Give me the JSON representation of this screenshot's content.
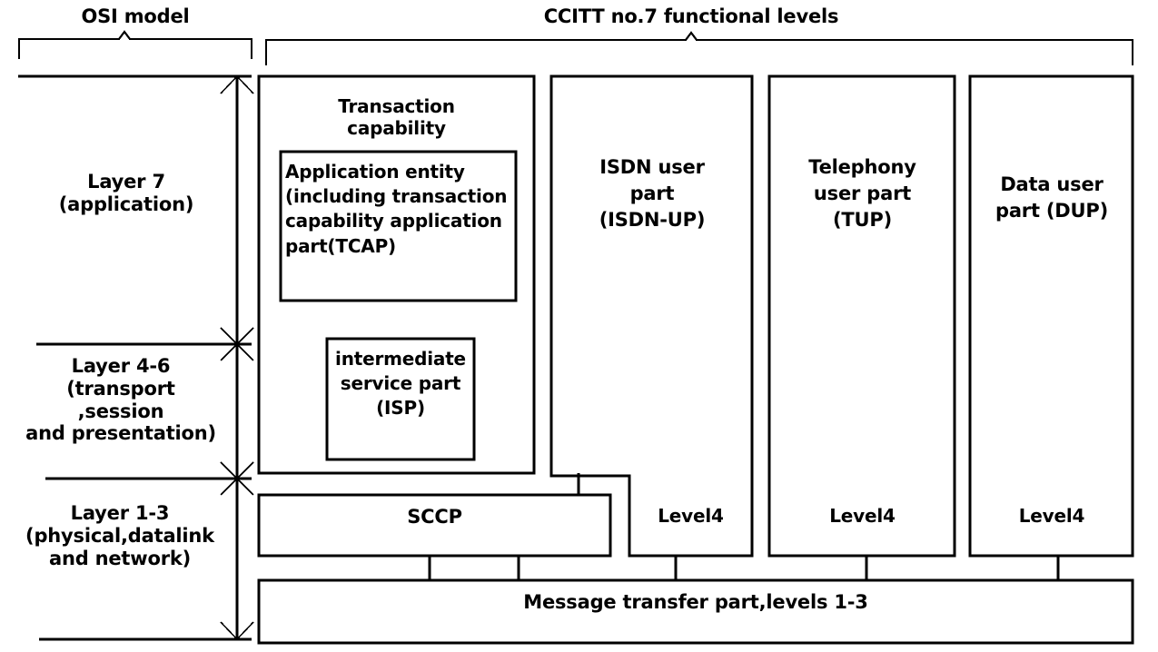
{
  "diagram": {
    "title_osi": "OSI model",
    "title_ccitt": "CCITT no.7 functional levels",
    "osi_layers": [
      {
        "id": "layer7",
        "label": "Layer 7\n(application)"
      },
      {
        "id": "layer46",
        "label": "Layer 4-6\n(transport\n,session\nand presentation)"
      },
      {
        "id": "layer13",
        "label": "Layer 1-3\n(physical,datalink\nand network)"
      }
    ],
    "blocks": {
      "transaction_capability": "Transaction\ncapability",
      "application_entity": "Application entity\n(including transaction\ncapability application\npart(TCAP)",
      "intermediate_service_part": "intermediate\nservice part\n(ISP)",
      "isdn_user_part": "ISDN user\npart\n(ISDN-UP)",
      "telephony_user_part": "Telephony\nuser part\n(TUP)",
      "data_user_part": "Data user\npart (DUP)",
      "sccp": "SCCP",
      "message_transfer_part": "Message transfer part,levels 1-3"
    },
    "level_labels": [
      {
        "id": "level4-isdn",
        "label": "Level4"
      },
      {
        "id": "level4-tup",
        "label": "Level4"
      },
      {
        "id": "level4-dup",
        "label": "Level4"
      }
    ],
    "colors": {
      "stroke": "#000000",
      "background": "#ffffff",
      "text": "#000000"
    }
  }
}
